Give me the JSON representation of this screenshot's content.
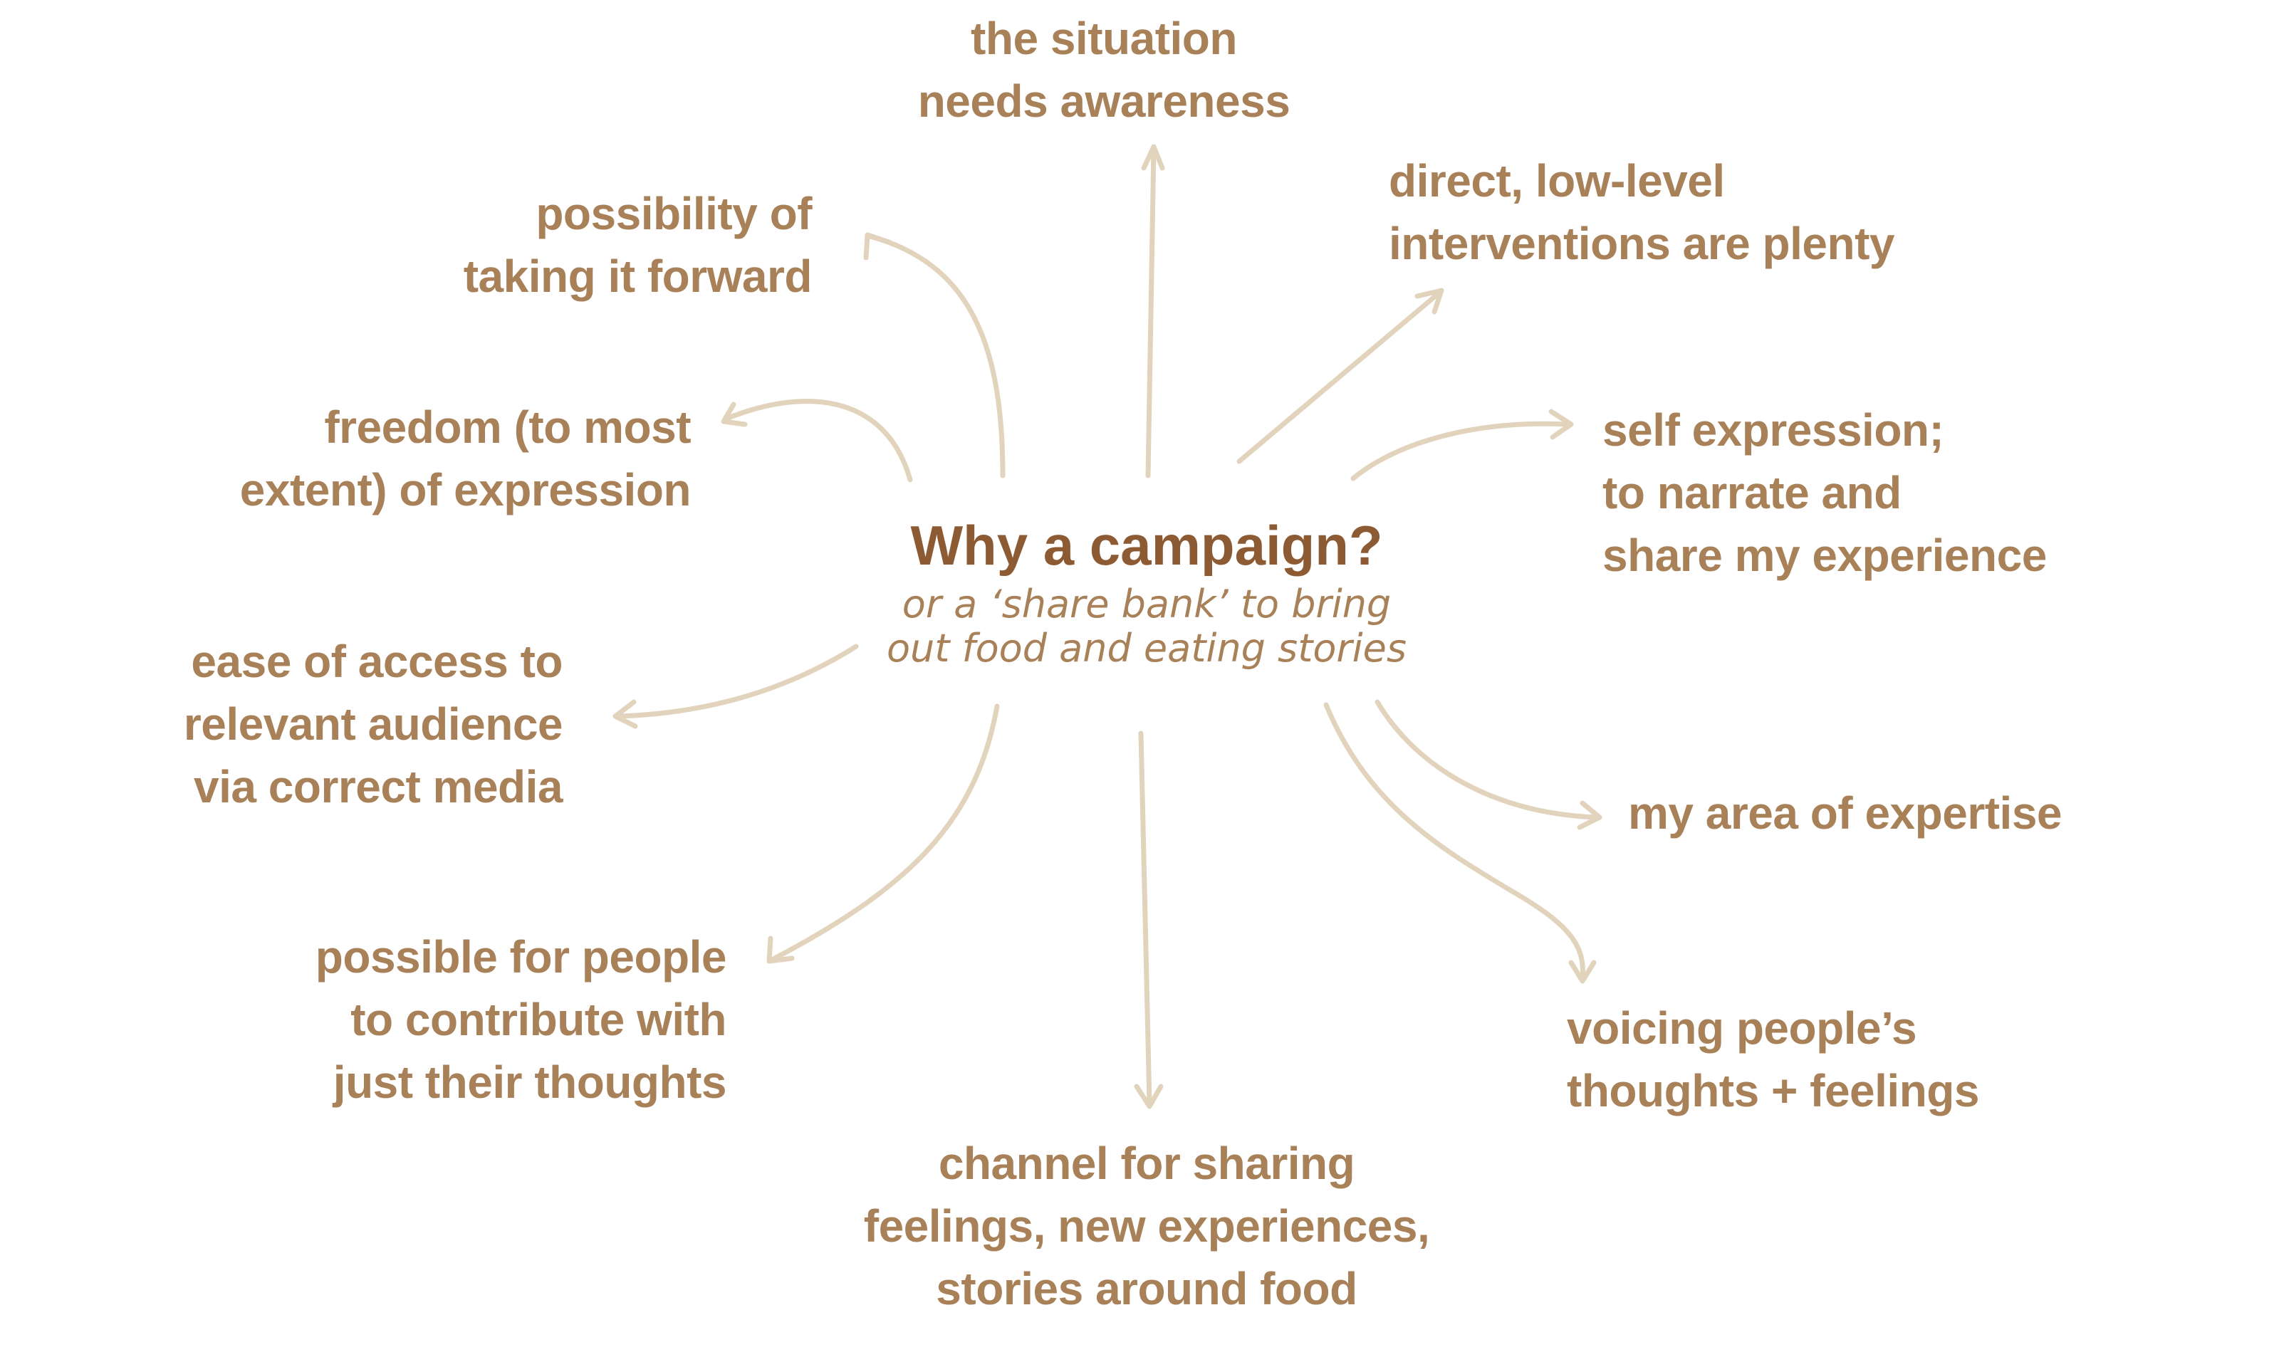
{
  "center": {
    "title": "Why a campaign?",
    "subtitle": "or a ‘share bank’ to bring\nout food and eating stories"
  },
  "nodes": {
    "awareness": "the situation\nneeds awareness",
    "interventions": "direct, low-level\ninterventions are plenty",
    "self_expression": "self expression;\nto narrate and\nshare my experience",
    "expertise": "my area of expertise",
    "voicing": "voicing people’s\nthoughts + feelings",
    "channel": "channel for sharing\nfeelings, new experiences,\nstories around food",
    "contribute": "possible for people\nto contribute with\njust their thoughts",
    "access": "ease of access to\nrelevant audience\nvia correct media",
    "freedom": "freedom (to most\nextent) of expression",
    "forward": "possibility of\ntaking it forward"
  },
  "colors": {
    "text": "#a88158",
    "title": "#8d5b33",
    "arrow": "#e2d3bc"
  }
}
